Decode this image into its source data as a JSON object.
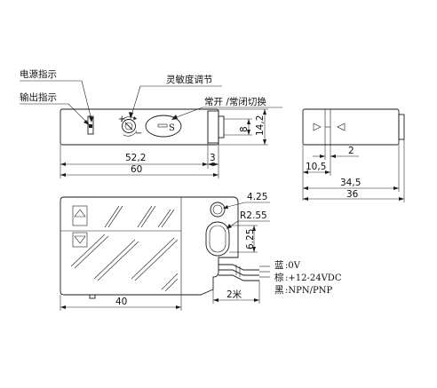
{
  "labels": {
    "power_indicator": "电源指示",
    "output_indicator": "输出指示",
    "sensitivity_adjust": "灵敏度调节",
    "mode_switch": "常开 /常闭切换"
  },
  "dimensions": {
    "d_52_2": "52,2",
    "d_3": "3",
    "d_60": "60",
    "d_8": "8",
    "d_14_2": "14,2",
    "d_2": "2",
    "d_10_5": "10,5",
    "d_34_5": "34,5",
    "d_36": "36",
    "d_4_25": "4.25",
    "d_r2_55": "R2.55",
    "d_6_25": "6.25",
    "d_40": "40",
    "d_2m": "2米"
  },
  "wires": [
    {
      "color_name": "蓝",
      "signal": ":0V"
    },
    {
      "color_name": "棕",
      "signal": ":+12-24VDC"
    },
    {
      "color_name": "黑",
      "signal": ":NPN/PNP"
    }
  ],
  "sensor_marks": {
    "mode_plus": "+",
    "mode_minus": "−",
    "small_s": "S"
  }
}
